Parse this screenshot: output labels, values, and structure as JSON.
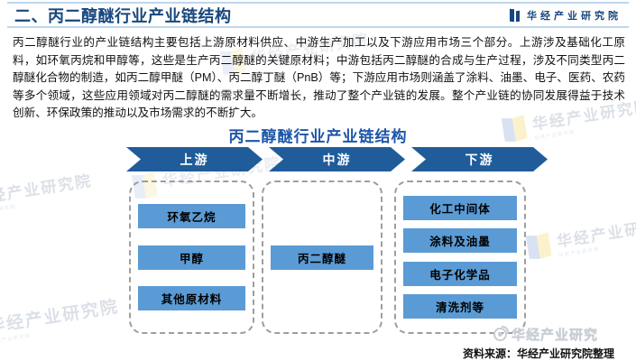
{
  "header": {
    "title": "二、丙二醇醚行业产业链结构",
    "brand": "华经产业研究院"
  },
  "paragraph": "丙二醇醚行业的产业链结构主要包括上游原材料供应、中游生产加工以及下游应用市场三个部分。上游涉及基础化工原料，如环氧丙烷和甲醇等，这些是生产丙二醇醚的关键原材料；中游包括丙二醇醚的合成与生产过程，涉及不同类型丙二醇醚化合物的制造，如丙二醇甲醚（PM）、丙二醇丁醚（PnB）等；下游应用市场则涵盖了涂料、油墨、电子、医药、农药等多个领域，这些应用领域对丙二醇醚的需求量不断增长，推动了整个产业链的发展。整个产业链的协同发展得益于技术创新、环保政策的推动以及市场需求的不断扩大。",
  "diagram": {
    "title": "丙二醇醚行业产业链结构",
    "columns": [
      {
        "stage": "上游",
        "items": [
          "环氧乙烷",
          "甲醇",
          "其他原材料"
        ]
      },
      {
        "stage": "中游",
        "items": [
          "丙二醇醚"
        ]
      },
      {
        "stage": "下游",
        "items": [
          "化工中间体",
          "涂料及油墨",
          "电子化学品",
          "清洗剂等"
        ]
      }
    ]
  },
  "source": "资料来源：华经产业研究院整理",
  "watermark": {
    "text": "华经产业研究院",
    "weibo_text": "华经产业研究"
  },
  "colors": {
    "accent_navy": "#17477C",
    "diagram_title_blue": "#1E56A8",
    "arrow_blue": "#1F5C99",
    "node_blue": "#5B9BD5",
    "header_line_blue": "#BDD7EE"
  }
}
